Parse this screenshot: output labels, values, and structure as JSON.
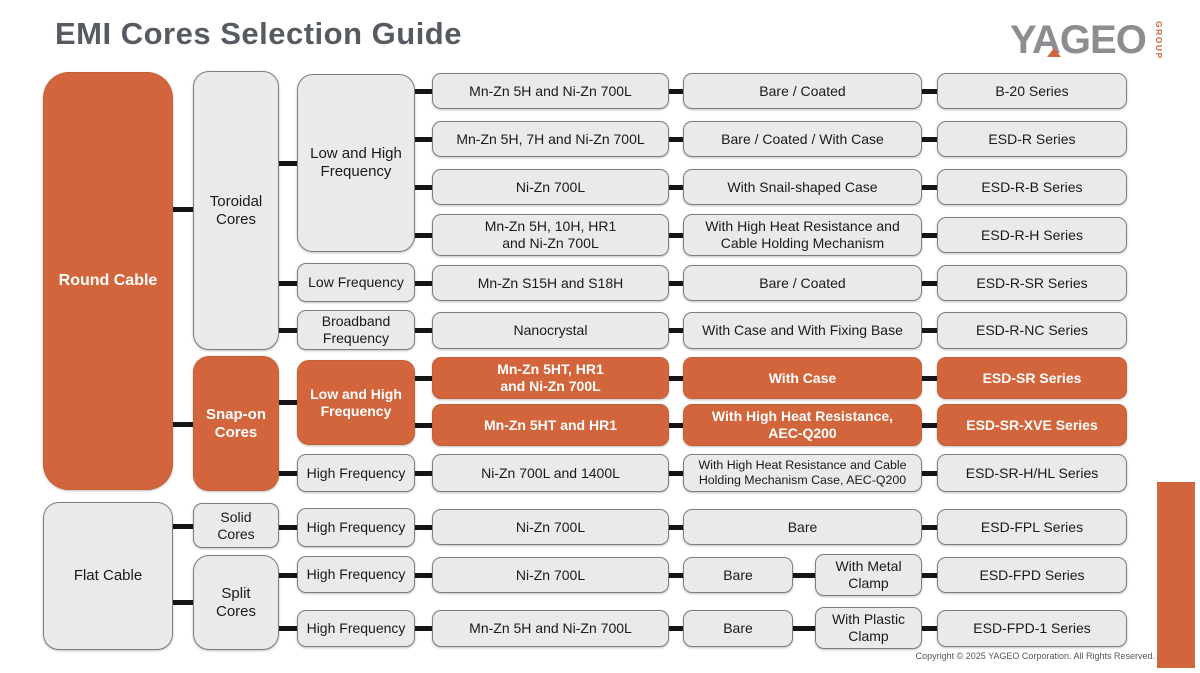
{
  "header": {
    "title": "EMI Cores Selection Guide",
    "logo_text": "YAGEO",
    "logo_group": "GROUP"
  },
  "colors": {
    "accent_orange": "#D2653C",
    "box_gray": "#EAEAEA",
    "border_gray": "#7E7E7E",
    "title_gray": "#565B61",
    "logo_gray": "#8B8D90"
  },
  "cables": {
    "round": {
      "label": "Round Cable"
    },
    "flat": {
      "label": "Flat Cable"
    }
  },
  "cores": {
    "toroidal": {
      "label": "Toroidal\nCores"
    },
    "snap_on": {
      "label": "Snap-on\nCores"
    },
    "solid": {
      "label": "Solid\nCores"
    },
    "split": {
      "label": "Split\nCores"
    }
  },
  "frequencies": {
    "toroidal_low_high": {
      "label": "Low and High\nFrequency"
    },
    "toroidal_low": {
      "label": "Low Frequency"
    },
    "toroidal_broadband": {
      "label": "Broadband\nFrequency"
    },
    "snap_low_high": {
      "label": "Low and High\nFrequency"
    },
    "snap_high": {
      "label": "High Frequency"
    },
    "solid_high": {
      "label": "High Frequency"
    },
    "split_high_1": {
      "label": "High Frequency"
    },
    "split_high_2": {
      "label": "High Frequency"
    }
  },
  "rows": [
    {
      "material": "Mn-Zn 5H and Ni-Zn 700L",
      "case": "Bare / Coated",
      "series": "B-20 Series"
    },
    {
      "material": "Mn-Zn 5H, 7H and Ni-Zn 700L",
      "case": "Bare / Coated / With Case",
      "series": "ESD-R Series"
    },
    {
      "material": "Ni-Zn 700L",
      "case": "With Snail-shaped Case",
      "series": "ESD-R-B Series"
    },
    {
      "material": "Mn-Zn 5H, 10H, HR1\nand Ni-Zn 700L",
      "case": "With High Heat Resistance and\nCable Holding Mechanism",
      "series": "ESD-R-H Series"
    },
    {
      "material": "Mn-Zn S15H and S18H",
      "case": "Bare / Coated",
      "series": "ESD-R-SR Series"
    },
    {
      "material": "Nanocrystal",
      "case": "With Case and With Fixing Base",
      "series": "ESD-R-NC Series"
    },
    {
      "material": "Mn-Zn 5HT, HR1\nand Ni-Zn 700L",
      "case": "With Case",
      "series": "ESD-SR Series",
      "highlight": true
    },
    {
      "material": "Mn-Zn 5HT and HR1",
      "case": "With High Heat Resistance,\nAEC-Q200",
      "series": "ESD-SR-XVE Series",
      "highlight": true
    },
    {
      "material": "Ni-Zn 700L and 1400L",
      "case": "With High Heat Resistance and Cable\nHolding Mechanism Case, AEC-Q200",
      "series": "ESD-SR-H/HL Series"
    },
    {
      "material": "Ni-Zn 700L",
      "case": "Bare",
      "series": "ESD-FPL Series"
    },
    {
      "material": "Ni-Zn 700L",
      "case": "Bare",
      "case2": "With Metal\nClamp",
      "series": "ESD-FPD Series"
    },
    {
      "material": "Mn-Zn 5H and Ni-Zn 700L",
      "case": "Bare",
      "case2": "With Plastic\nClamp",
      "series": "ESD-FPD-1 Series"
    }
  ],
  "footer": {
    "copyright": "Copyright © 2025 YAGEO Corporation. All Rights Reserved."
  }
}
